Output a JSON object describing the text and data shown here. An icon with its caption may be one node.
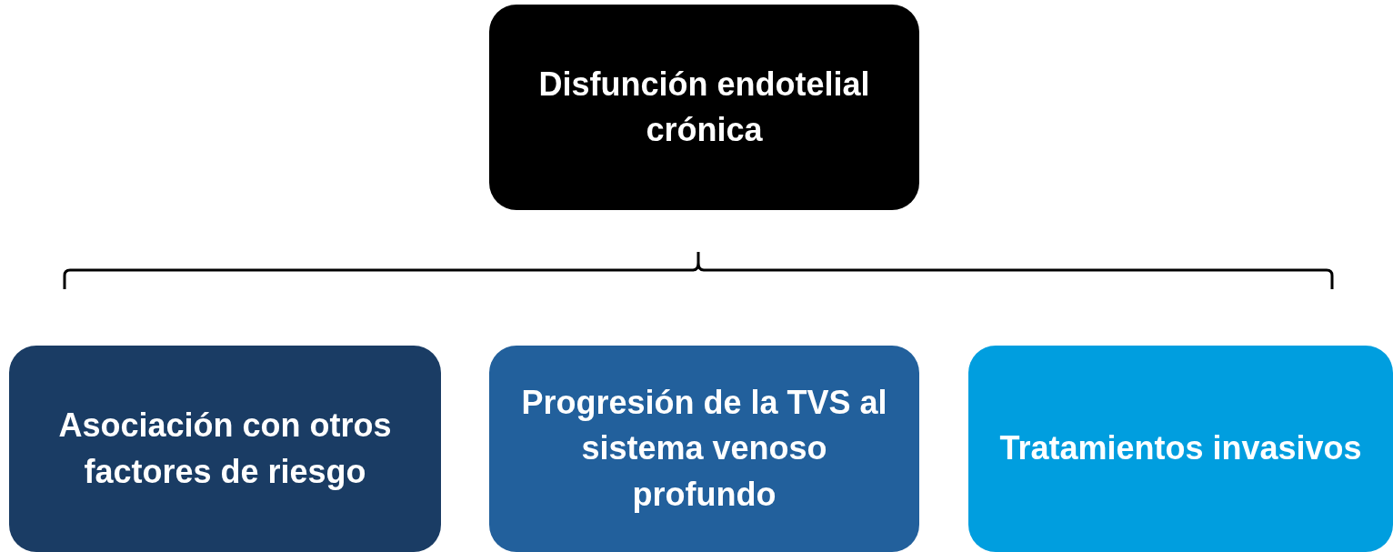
{
  "diagram": {
    "nodes": [
      {
        "text": [
          "Disfunción endotelial crónica"
        ]
      },
      {
        "text": [
          "Asociación con otros factores de riesgo"
        ]
      },
      {
        "text": [
          "Progresión de la TVS al sistema venoso profundo"
        ]
      },
      {
        "text": [
          "Tratamientos invasivos"
        ]
      }
    ],
    "edges": []
  }
}
